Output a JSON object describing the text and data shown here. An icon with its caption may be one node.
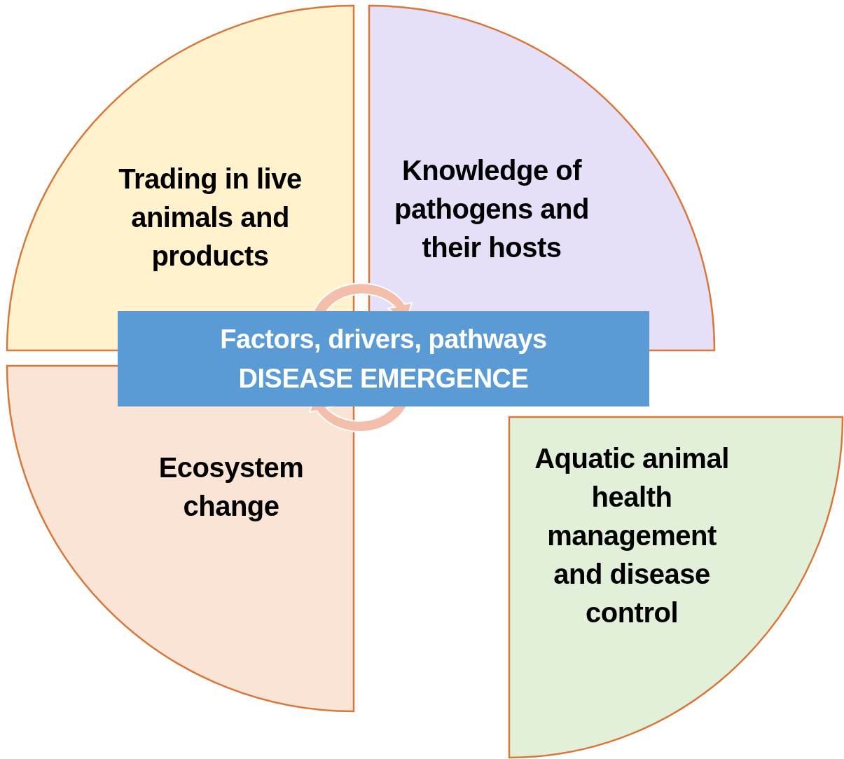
{
  "diagram": {
    "nodes": [
      {
        "text": [
          "Trading in live animals and products"
        ]
      },
      {
        "text": [
          "Knowledge of pathogens and their hosts"
        ]
      },
      {
        "text": [
          "Ecosystem change"
        ]
      },
      {
        "text": [
          "Aquatic animal health management and disease control"
        ]
      },
      {
        "text": [
          "Factors, drivers, pathways",
          "DISEASE EMERGENCE"
        ]
      }
    ]
  }
}
